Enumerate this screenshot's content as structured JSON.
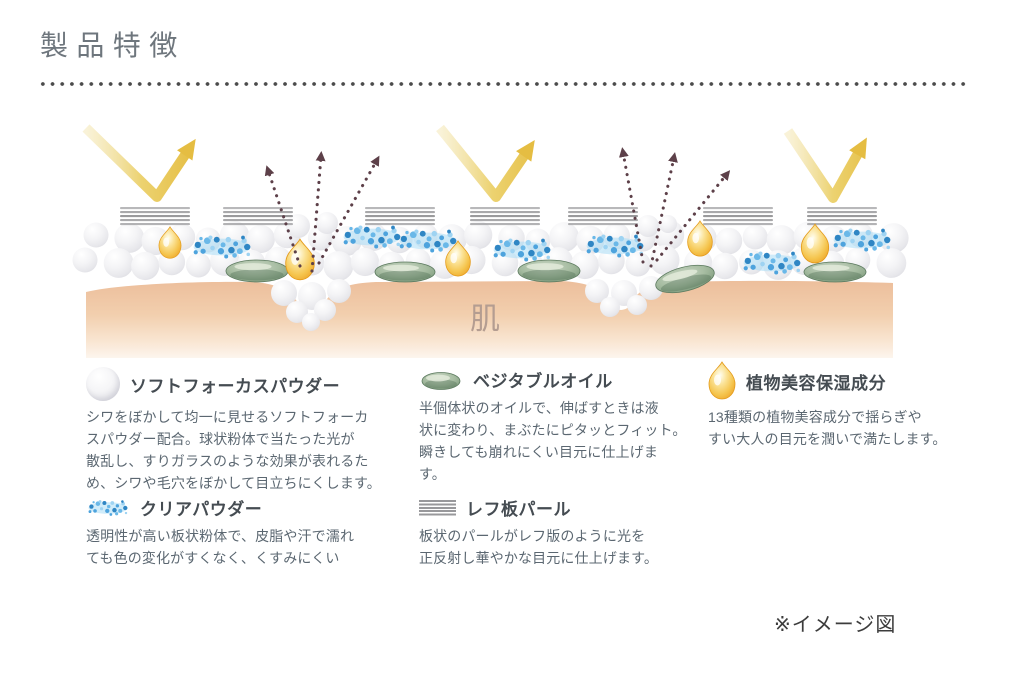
{
  "page": {
    "title": "製品特徴",
    "note": "※イメージ図",
    "skin_label": "肌"
  },
  "legend": {
    "items": [
      {
        "id": "soft-focus-powder",
        "icon": "white-sphere-icon",
        "title": "ソフトフォーカスパウダー",
        "body": [
          "シワをぼかして均一に見せるソフトフォーカ",
          "スパウダー配合。球状粉体で当たった光が",
          "散乱し、すりガラスのような効果が表れるた",
          "め、シワや毛穴をぼかして目立ちにくします。"
        ]
      },
      {
        "id": "vegetable-oil",
        "icon": "green-oil-icon",
        "title": "ベジタブルオイル",
        "body": [
          "半個体状のオイルで、伸ばすときは液",
          "状に変わり、まぶたにピタッとフィット。",
          "瞬きしても崩れにくい目元に仕上げま",
          "す。"
        ]
      },
      {
        "id": "plant-moisture",
        "icon": "gold-droplet-icon",
        "title": "植物美容保湿成分",
        "body": [
          "13種類の植物美容成分で揺らぎや",
          "すい大人の目元を潤いで満たします。"
        ]
      },
      {
        "id": "clear-powder",
        "icon": "blue-powder-icon",
        "title": "クリアパウダー",
        "body": [
          "透明性が高い板状粉体で、皮脂や汗で濡れ",
          "ても色の変化がすくなく、くすみにくい"
        ]
      },
      {
        "id": "reflector-pearl",
        "icon": "pearl-stripes-icon",
        "title": "レフ板パール",
        "body": [
          "板状のパールがレフ版のように光を",
          "正反射し華やかな目元に仕上げます。"
        ]
      }
    ]
  },
  "colors": {
    "title_gray": "#6e767d",
    "text_gray": "#5b6771",
    "skin_peach": "#ecbd9a",
    "skin_label": "#b49d91",
    "powder_white": "#e9e9ec",
    "pearl_gray": "#9a9a9c",
    "clear_powder_blue": "#4da3dd",
    "oil_green": "#7e9a7c",
    "droplet_gold": "#f2b635",
    "light_arrow_gold": "#e5bd42",
    "diffuse_arrow_plum": "#5d4049"
  }
}
